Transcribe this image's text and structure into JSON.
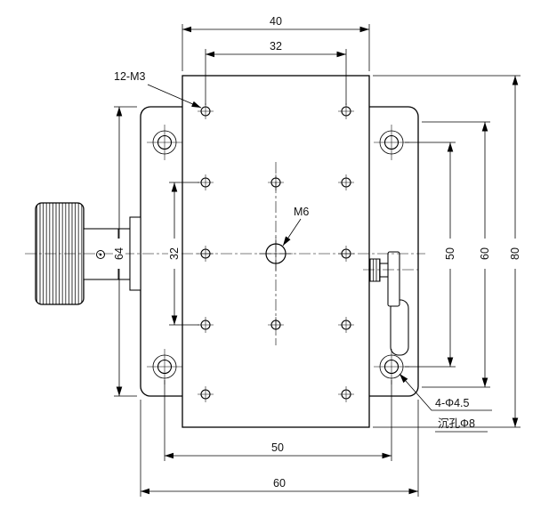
{
  "drawing": {
    "dims": {
      "top_width": "40",
      "top_hole_pitch": "32",
      "overall_height": "80",
      "right_span_60": "60",
      "right_span_50": "50",
      "bottom_hole_pitch": "50",
      "bottom_width": "60",
      "left_height_64": "64",
      "left_hole_pitch": "32"
    },
    "labels": {
      "tapped_holes": "12-M3",
      "center_hole": "M6",
      "corner_holes": "4-Φ4.5",
      "counterbore": "沉孔Φ8"
    }
  }
}
